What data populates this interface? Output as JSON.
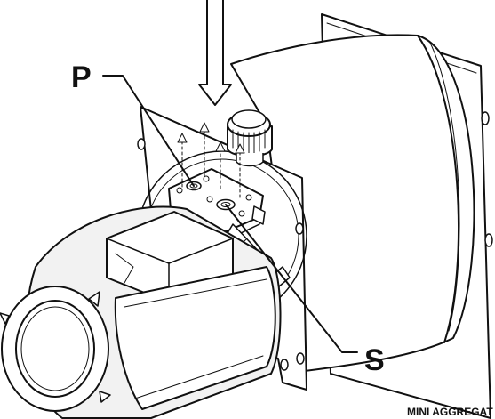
{
  "labels": {
    "pressure_port": "P",
    "suction_port": "S",
    "caption": "MINI AGGREGAT"
  },
  "colors": {
    "ink": "#111111",
    "paper": "#ffffff"
  }
}
